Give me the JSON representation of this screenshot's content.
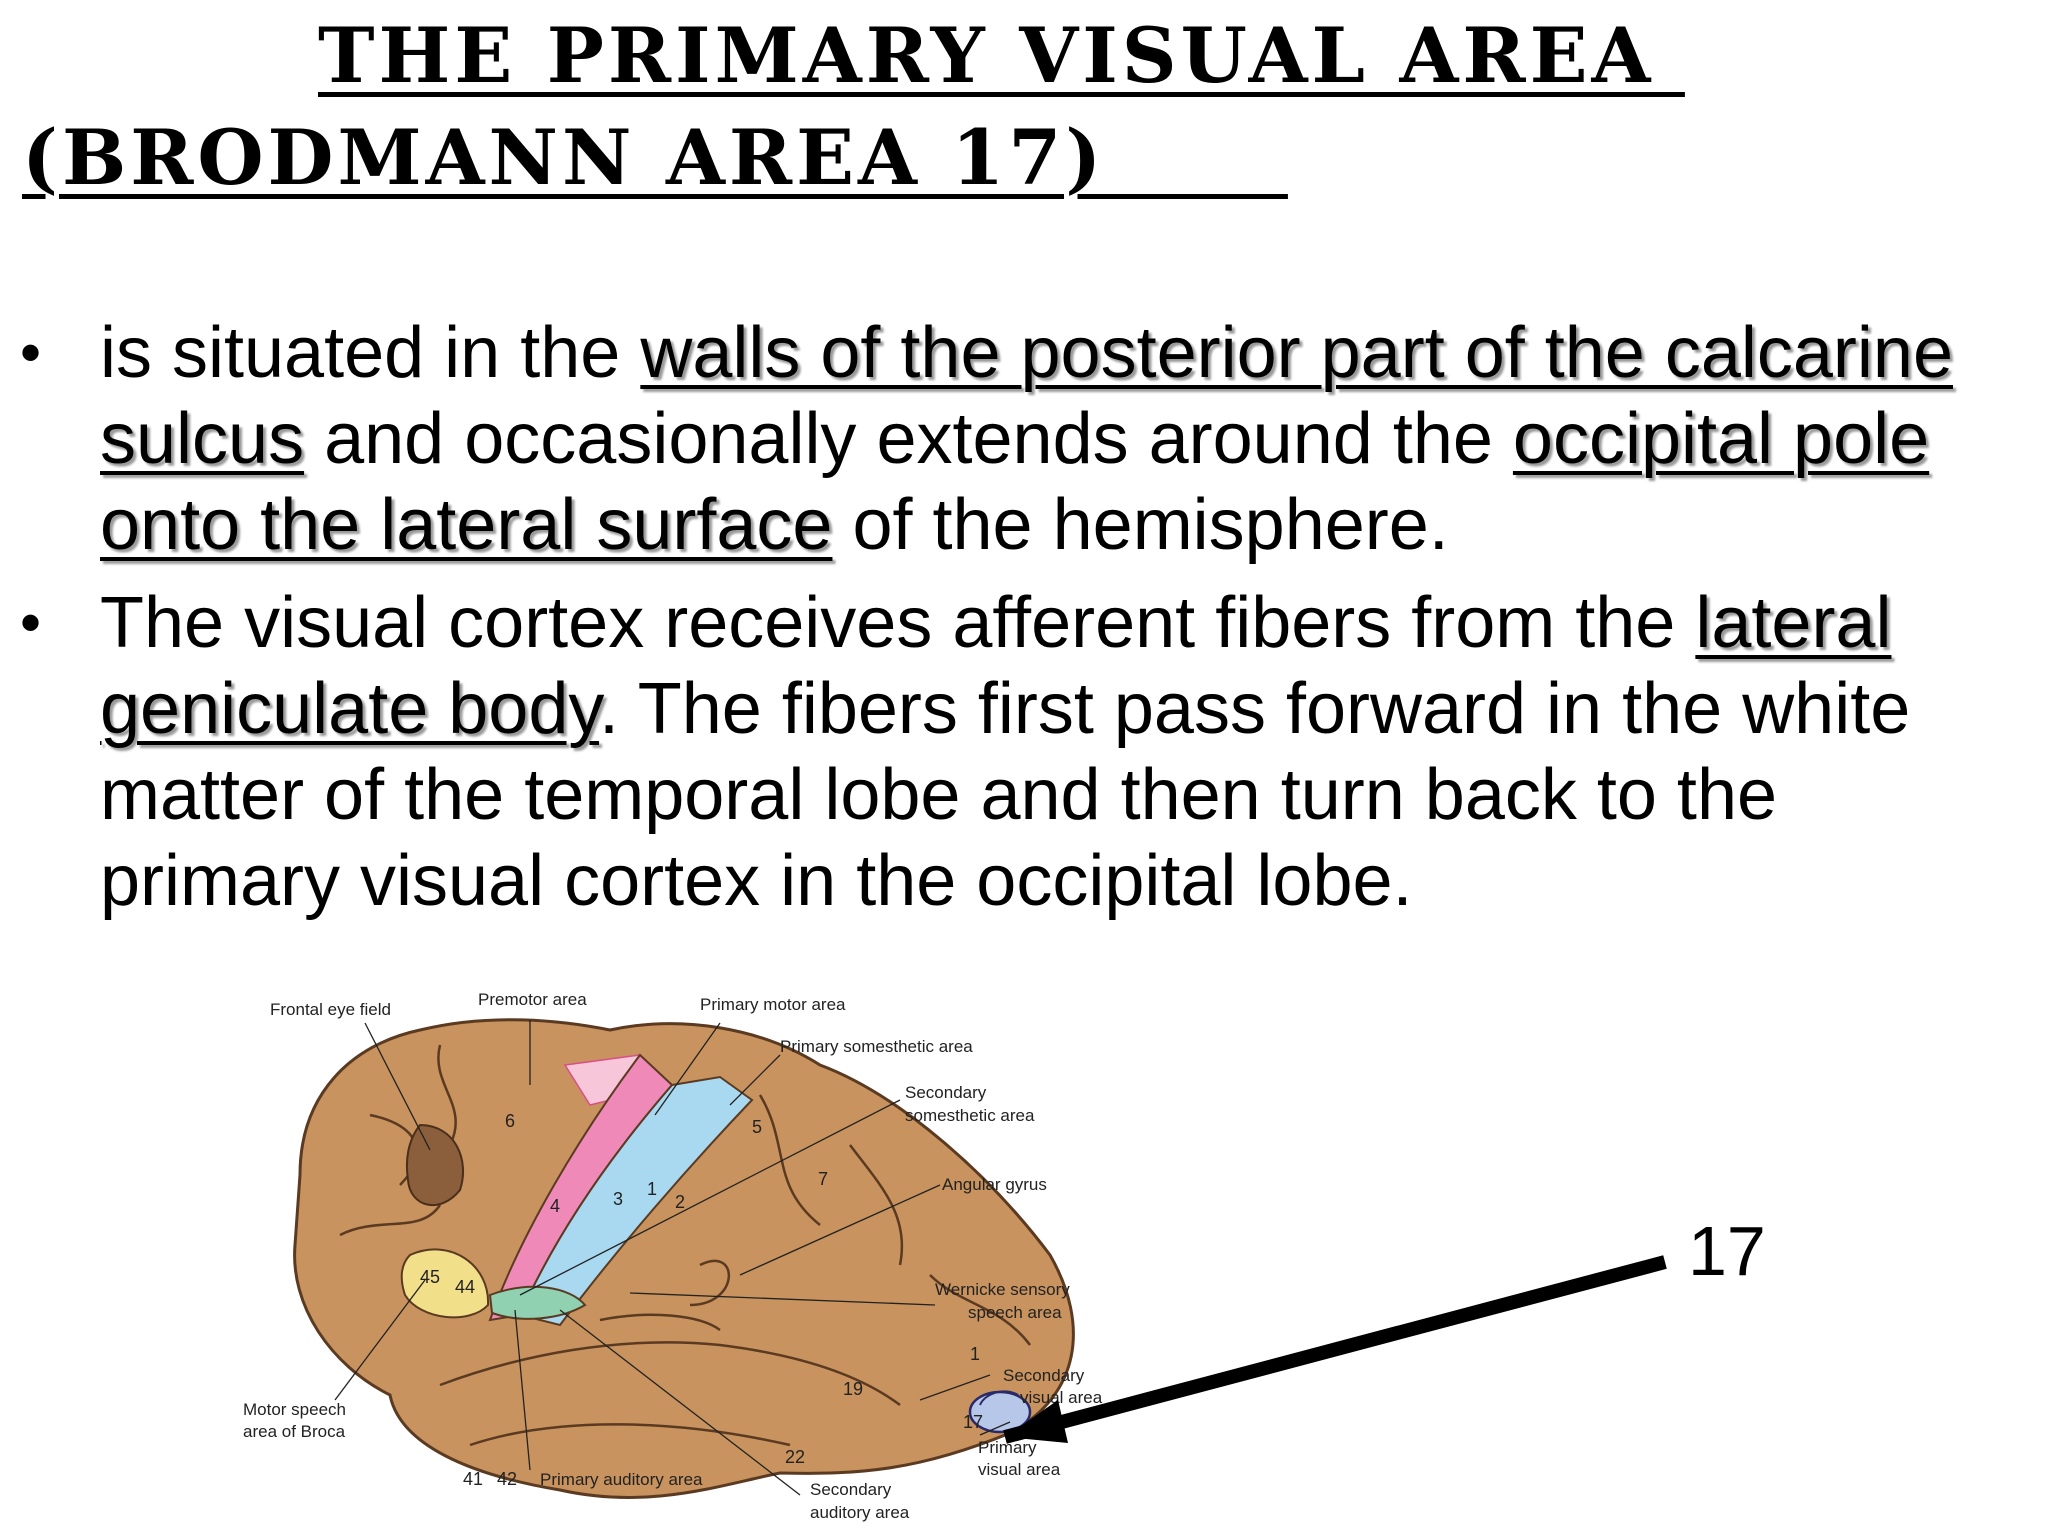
{
  "title": {
    "line1": "THE PRIMARY VISUAL AREA ",
    "line2": "(BRODMANN AREA 17)      "
  },
  "bullets": [
    {
      "parts": [
        {
          "text": "is situated in the ",
          "u": false
        },
        {
          "text": "walls of the posterior part of the calcarine sulcus",
          "u": true
        },
        {
          "text": " and occasionally extends around the ",
          "u": false
        },
        {
          "text": "occipital pole onto the lateral surface",
          "u": true
        },
        {
          "text": " of the hemisphere.",
          "u": false
        }
      ]
    },
    {
      "parts": [
        {
          "text": "The visual cortex receives afferent fibers from the ",
          "u": false
        },
        {
          "text": "lateral geniculate body",
          "u": true
        },
        {
          "text": ". The fibers first pass forward in the white matter of the temporal lobe and then turn back to the primary visual cortex in the occipital lobe.",
          "u": false
        }
      ]
    }
  ],
  "figure": {
    "callout_number": "17",
    "labels": {
      "frontal_eye_field": "Frontal eye field",
      "premotor_area": "Premotor area",
      "primary_motor_area": "Primary motor area",
      "primary_somesthetic_area": "Primary somesthetic area",
      "secondary_somesthetic_1": "Secondary",
      "secondary_somesthetic_2": "somesthetic area",
      "angular_gyrus": "Angular gyrus",
      "wernicke_1": "Wernicke sensory",
      "wernicke_2": "speech area",
      "secondary_visual_1": "Secondary",
      "secondary_visual_2": "visual area",
      "primary_visual_1": "Primary",
      "primary_visual_2": "visual area",
      "broca_1": "Motor speech",
      "broca_2": "area of Broca",
      "primary_auditory": "Primary auditory area",
      "secondary_auditory_1": "Secondary",
      "secondary_auditory_2": "auditory area"
    },
    "area_numbers": {
      "a6": "6",
      "a4": "4",
      "a3": "3",
      "a1": "1",
      "a2": "2",
      "a5": "5",
      "a7": "7",
      "a45": "45",
      "a44": "44",
      "a41": "41",
      "a42": "42",
      "a22": "22",
      "a19": "19",
      "a18": "1",
      "a17": "17"
    },
    "colors": {
      "brain": "#c8935e",
      "motor": "#ef8ab8",
      "somesthetic": "#a9d9f0",
      "broca": "#f2df8a",
      "auditory": "#8fd1b1",
      "visual": "#b7c7ea"
    }
  }
}
